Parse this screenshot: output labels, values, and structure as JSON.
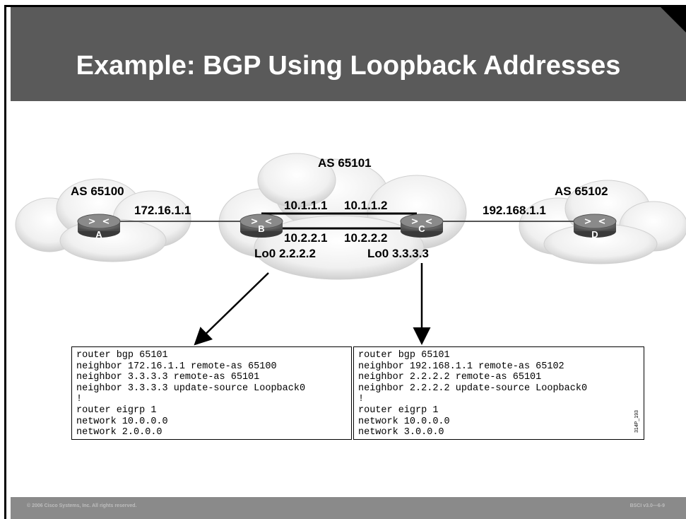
{
  "title": "Example: BGP Using Loopback Addresses",
  "as_labels": {
    "left": "AS 65100",
    "center": "AS 65101",
    "right": "AS 65102"
  },
  "routers": {
    "a": "A",
    "b": "B",
    "c": "C",
    "d": "D"
  },
  "addresses": {
    "a_link": "172.16.1.1",
    "b_top": "10.1.1.1",
    "c_top": "10.1.1.2",
    "b_bottom": "10.2.2.1",
    "c_bottom": "10.2.2.2",
    "d_link": "192.168.1.1",
    "b_loopback": "Lo0 2.2.2.2",
    "c_loopback": "Lo0 3.3.3.3"
  },
  "config_b": [
    "router bgp 65101",
    "neighbor 172.16.1.1 remote-as 65100",
    "neighbor 3.3.3.3 remote-as 65101",
    "neighbor 3.3.3.3 update-source Loopback0",
    "!",
    "router eigrp 1",
    "network 10.0.0.0",
    "network 2.0.0.0"
  ],
  "config_c": [
    "router bgp 65101",
    "neighbor 192.168.1.1 remote-as 65102",
    "neighbor 2.2.2.2 remote-as 65101",
    "neighbor 2.2.2.2 update-source Loopback0",
    "!",
    "router eigrp 1",
    "network 10.0.0.0",
    "network 3.0.0.0"
  ],
  "figure_code": "314P_193",
  "footer": {
    "copyright": "© 2006 Cisco Systems, Inc. All rights reserved.",
    "course": "BSCI v3.0—6-9"
  }
}
